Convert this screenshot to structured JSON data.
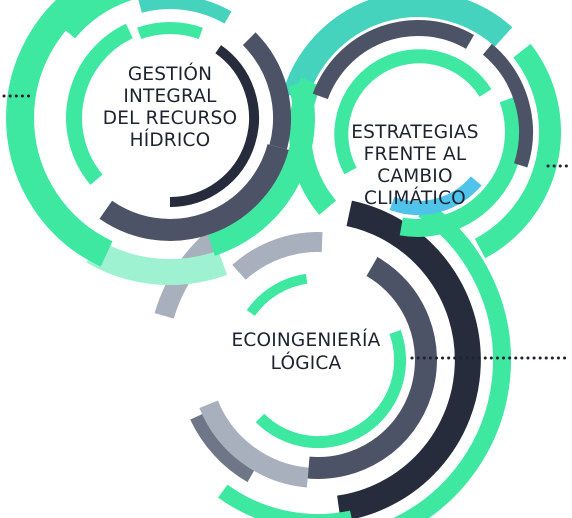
{
  "colors": {
    "green": "#3ee8a0",
    "teal": "#45d3bd",
    "mint": "#9ef2d2",
    "navy": "#262c3c",
    "slate": "#4d5366",
    "steel": "#6f7688",
    "silver": "#a8afbd",
    "sky": "#4fc3ea",
    "dots": "#1d2330"
  },
  "clusters": [
    {
      "id": "gestion",
      "lines": [
        "GESTIÓN",
        "INTEGRAL",
        "DEL RECURSO",
        "HÍDRICO"
      ]
    },
    {
      "id": "estrategias",
      "lines": [
        "ESTRATEGIAS",
        "FRENTE AL",
        "CAMBIO",
        "CLIMÁTICO"
      ]
    },
    {
      "id": "ecoingenieria",
      "lines": [
        "ECOINGENIERÍA",
        "LÓGICA"
      ]
    }
  ]
}
